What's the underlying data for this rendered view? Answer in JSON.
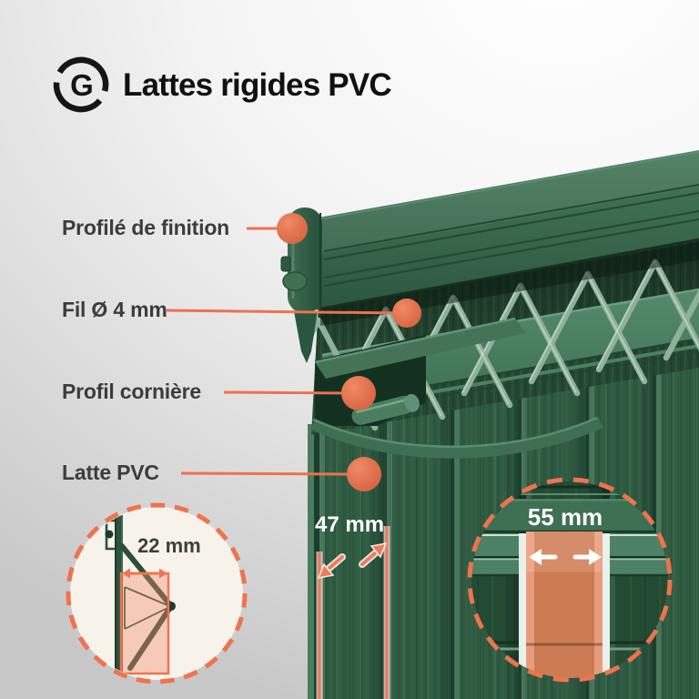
{
  "header": {
    "logo_letter": "G",
    "title": "Lattes rigides PVC"
  },
  "callouts": [
    {
      "label": "Profilé de finition"
    },
    {
      "label": "Fil Ø 4 mm"
    },
    {
      "label": "Profil cornière"
    },
    {
      "label": "Latte PVC"
    }
  ],
  "measurements": {
    "slat_face_width": "47 mm",
    "slat_total_width": "55 mm",
    "slat_depth": "22 mm"
  },
  "colors": {
    "accent_orange": "#EE7150",
    "dot_orange": "#D9663F",
    "fence_green": "#2E5B41",
    "fence_green_light": "#4A7F61",
    "wire_green": "#8FB19B",
    "detail_circle_cream": "#F8F3EA",
    "label_text": "#3C3C3C",
    "title_text": "#111111",
    "dimension_text": "#FFFFFF"
  }
}
